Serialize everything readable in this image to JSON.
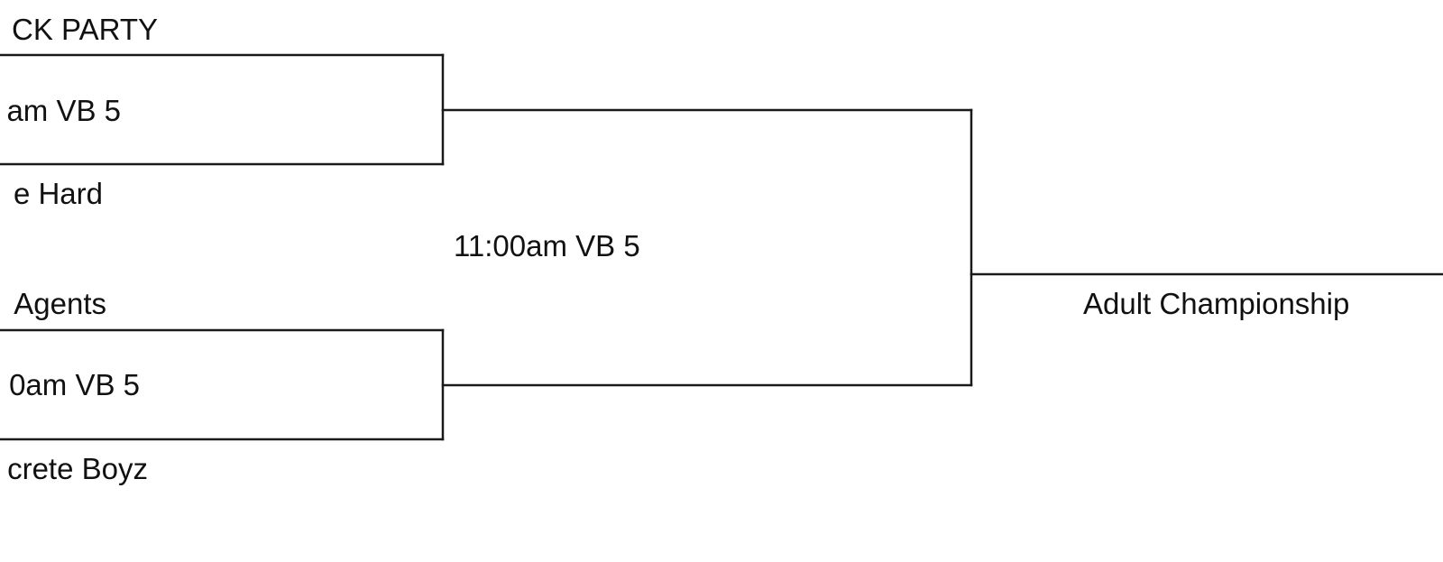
{
  "bracket": {
    "round1": [
      {
        "team_top": "CK PARTY",
        "match": "am VB 5",
        "team_bottom": "e Hard"
      },
      {
        "team_top": "Agents",
        "match": "0am VB 5",
        "team_bottom": "crete Boyz"
      }
    ],
    "final": {
      "match": "11:00am VB 5",
      "title": "Adult Championship"
    }
  },
  "colors": {
    "line": "#1a1a1a",
    "text": "#111111",
    "background": "#ffffff"
  }
}
